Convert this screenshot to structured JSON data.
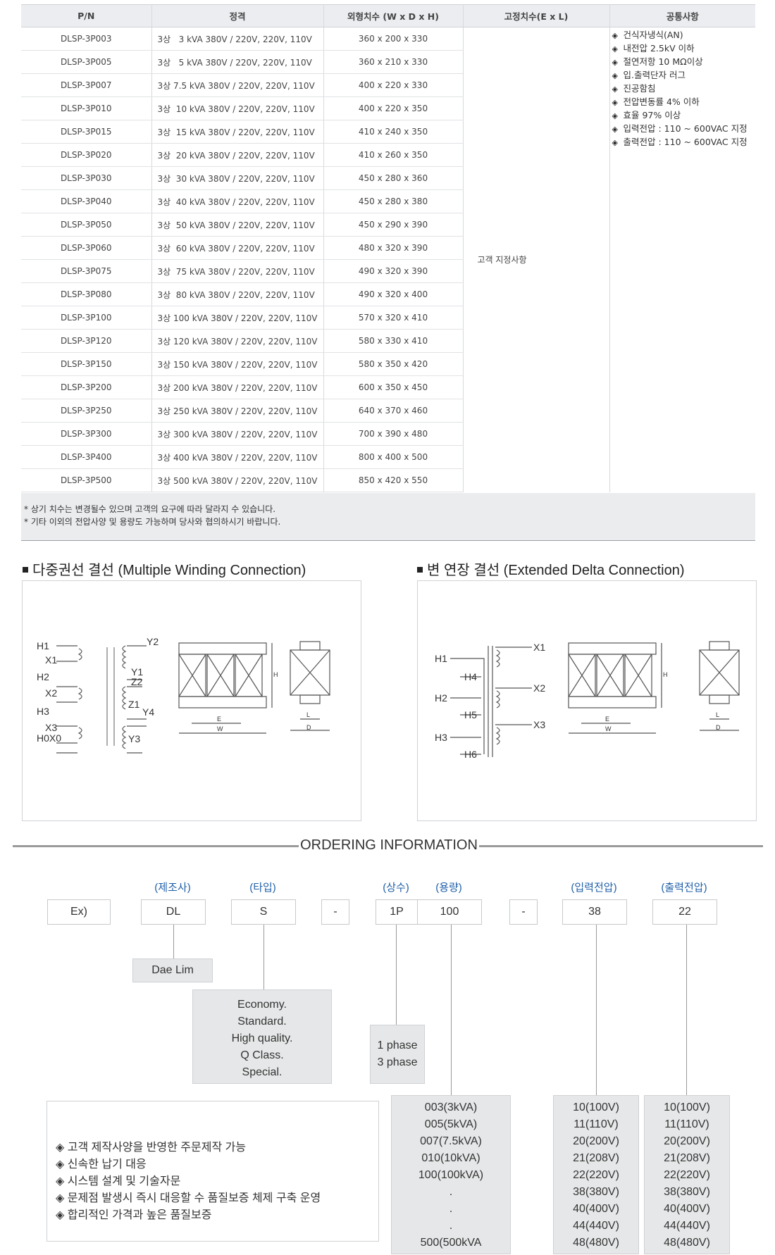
{
  "table": {
    "headers": [
      "P/N",
      "정격",
      "외형치수 (W x D x H)",
      "고정치수(E x L)",
      "공통사항"
    ],
    "rows": [
      {
        "pn": "DLSP-3P003",
        "rating": "3상   3 kVA 380V / 220V, 220V, 110V",
        "dim": "360 x 200 x 330"
      },
      {
        "pn": "DLSP-3P005",
        "rating": "3상   5 kVA 380V / 220V, 220V, 110V",
        "dim": "360 x 210 x 330"
      },
      {
        "pn": "DLSP-3P007",
        "rating": "3상 7.5 kVA 380V / 220V, 220V, 110V",
        "dim": "400 x 220 x 330"
      },
      {
        "pn": "DLSP-3P010",
        "rating": "3상  10 kVA 380V / 220V, 220V, 110V",
        "dim": "400 x 220 x 350"
      },
      {
        "pn": "DLSP-3P015",
        "rating": "3상  15 kVA 380V / 220V, 220V, 110V",
        "dim": "410 x 240 x 350"
      },
      {
        "pn": "DLSP-3P020",
        "rating": "3상  20 kVA 380V / 220V, 220V, 110V",
        "dim": "410 x 260 x 350"
      },
      {
        "pn": "DLSP-3P030",
        "rating": "3상  30 kVA 380V / 220V, 220V, 110V",
        "dim": "450 x 280 x 360"
      },
      {
        "pn": "DLSP-3P040",
        "rating": "3상  40 kVA 380V / 220V, 220V, 110V",
        "dim": "450 x 280 x 380"
      },
      {
        "pn": "DLSP-3P050",
        "rating": "3상  50 kVA 380V / 220V, 220V, 110V",
        "dim": "450 x 290 x 390"
      },
      {
        "pn": "DLSP-3P060",
        "rating": "3상  60 kVA 380V / 220V, 220V, 110V",
        "dim": "480 x 320 x 390"
      },
      {
        "pn": "DLSP-3P075",
        "rating": "3상  75 kVA 380V / 220V, 220V, 110V",
        "dim": "490 x 320 x 390"
      },
      {
        "pn": "DLSP-3P080",
        "rating": "3상  80 kVA 380V / 220V, 220V, 110V",
        "dim": "490 x 320 x 400"
      },
      {
        "pn": "DLSP-3P100",
        "rating": "3상 100 kVA 380V / 220V, 220V, 110V",
        "dim": "570 x 320 x 410"
      },
      {
        "pn": "DLSP-3P120",
        "rating": "3상 120 kVA 380V / 220V, 220V, 110V",
        "dim": "580 x 330 x 410"
      },
      {
        "pn": "DLSP-3P150",
        "rating": "3상 150 kVA 380V / 220V, 220V, 110V",
        "dim": "580 x 350 x 420"
      },
      {
        "pn": "DLSP-3P200",
        "rating": "3상 200 kVA 380V / 220V, 220V, 110V",
        "dim": "600 x 350 x 450"
      },
      {
        "pn": "DLSP-3P250",
        "rating": "3상 250 kVA 380V / 220V, 220V, 110V",
        "dim": "640 x 370 x 460"
      },
      {
        "pn": "DLSP-3P300",
        "rating": "3상 300 kVA 380V / 220V, 220V, 110V",
        "dim": "700 x 390 x 480"
      },
      {
        "pn": "DLSP-3P400",
        "rating": "3상 400 kVA 380V / 220V, 220V, 110V",
        "dim": "800 x 400 x 500"
      },
      {
        "pn": "DLSP-3P500",
        "rating": "3상 500 kVA 380V / 220V, 220V, 110V",
        "dim": "850 x 420 x 550"
      }
    ],
    "fixed": "고객 지정사항",
    "common": [
      "건식자냉식(AN)",
      "내전압 2.5kV 이하",
      "절연저항 10 MΩ이상",
      "입.출력단자 러그",
      "진공함침",
      "전압변동률 4% 이하",
      "효율 97% 이상",
      "입력전압 : 110 ~ 600VAC 지정",
      "출력전압 : 110 ~ 600VAC 지정"
    ],
    "bullet": "◈"
  },
  "notes": [
    "* 상기 치수는 변경될수 있으며 고객의 요구에  따라 달라지 수 있습니다.",
    "* 기타 이외의 전압사양 및 용량도 가능하며 당사와 협의하시기 바랍니다."
  ],
  "diagrams": {
    "left_title": "다중권선 결선 (Multiple Winding Connection)",
    "right_title": "변 연장 결선 (Extended Delta Connection)",
    "left_terminals": {
      "h1": "H1",
      "x1": "X1",
      "h2": "H2",
      "x2": "X2",
      "h3": "H3",
      "x3": "X3",
      "h0x0": "H0X0",
      "y2": "Y2",
      "y1": "Y1",
      "z2": "Z2",
      "z1": "Z1",
      "y4": "Y4",
      "y3": "Y3"
    },
    "right_terminals": {
      "h1": "H1",
      "h4": "H4",
      "h2": "H2",
      "h5": "H5",
      "h3": "H3",
      "h6": "H6",
      "x1": "X1",
      "x2": "X2",
      "x3": "X3"
    },
    "dim_labels": {
      "e": "E",
      "w": "W",
      "h": "H",
      "l": "L",
      "d": "D"
    }
  },
  "ordering": {
    "title": "ORDERING INFORMATION",
    "labels": {
      "maker": "(제조사)",
      "type": "(타입)",
      "phase": "(상수)",
      "capacity": "(용량)",
      "input": "(입력전압)",
      "output": "(출력전압)"
    },
    "example": {
      "ex": "Ex)",
      "maker": "DL",
      "type": "S",
      "dash1": "-",
      "phase": "1P",
      "capacity": "100",
      "dash2": "-",
      "input": "38",
      "output": "22"
    },
    "maker_desc": "Dae Lim",
    "type_options": [
      "Economy.",
      "Standard.",
      "High quality.",
      "Q Class.",
      "Special."
    ],
    "phase_options": [
      "1 phase",
      "3 phase"
    ],
    "features": [
      "고객 제작사양을 반영한 주문제작 가능",
      "신속한 납기 대응",
      "시스템 설계 및 기술자문",
      "문제점 발생시 즉시 대응할 수 품질보증 체제 구축 운영",
      "합리적인 가격과 높은 품질보증"
    ],
    "capacity_options": [
      "003(3kVA)",
      "005(5kVA)",
      "007(7.5kVA)",
      "010(10kVA)",
      "100(100kVA)",
      ".",
      ".",
      ".",
      "500(500kVA"
    ],
    "input_options": [
      "10(100V)",
      "11(110V)",
      "20(200V)",
      "21(208V)",
      "22(220V)",
      "38(380V)",
      "40(400V)",
      "44(440V)",
      "48(480V)"
    ],
    "output_options": [
      "10(100V)",
      "11(110V)",
      "20(200V)",
      "21(208V)",
      "22(220V)",
      "38(380V)",
      "40(400V)",
      "44(440V)",
      "48(480V)"
    ]
  }
}
